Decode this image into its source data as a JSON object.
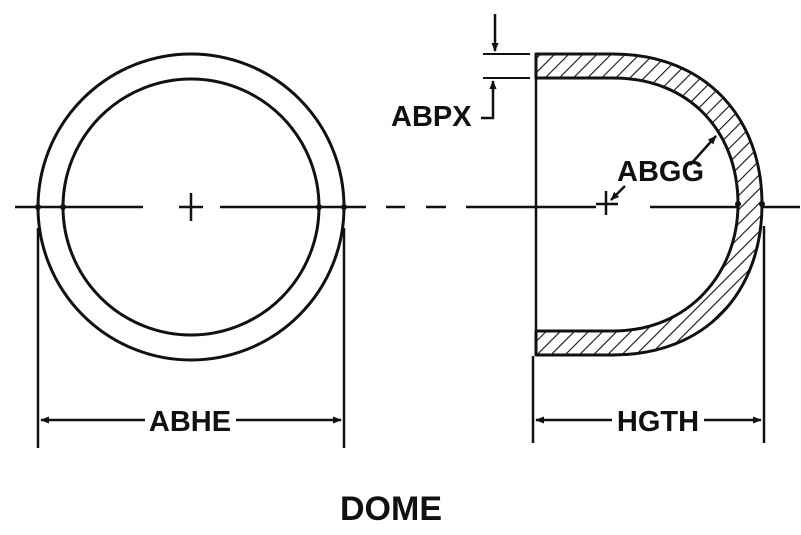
{
  "diagram": {
    "title": "DOME",
    "labels": {
      "outer_diameter": "ABHE",
      "wall_thickness_flange": "ABPX",
      "wall_thickness_dome": "ABGG",
      "height": "HGTH"
    },
    "colors": {
      "ink": "#111111",
      "background": "#ffffff"
    }
  }
}
